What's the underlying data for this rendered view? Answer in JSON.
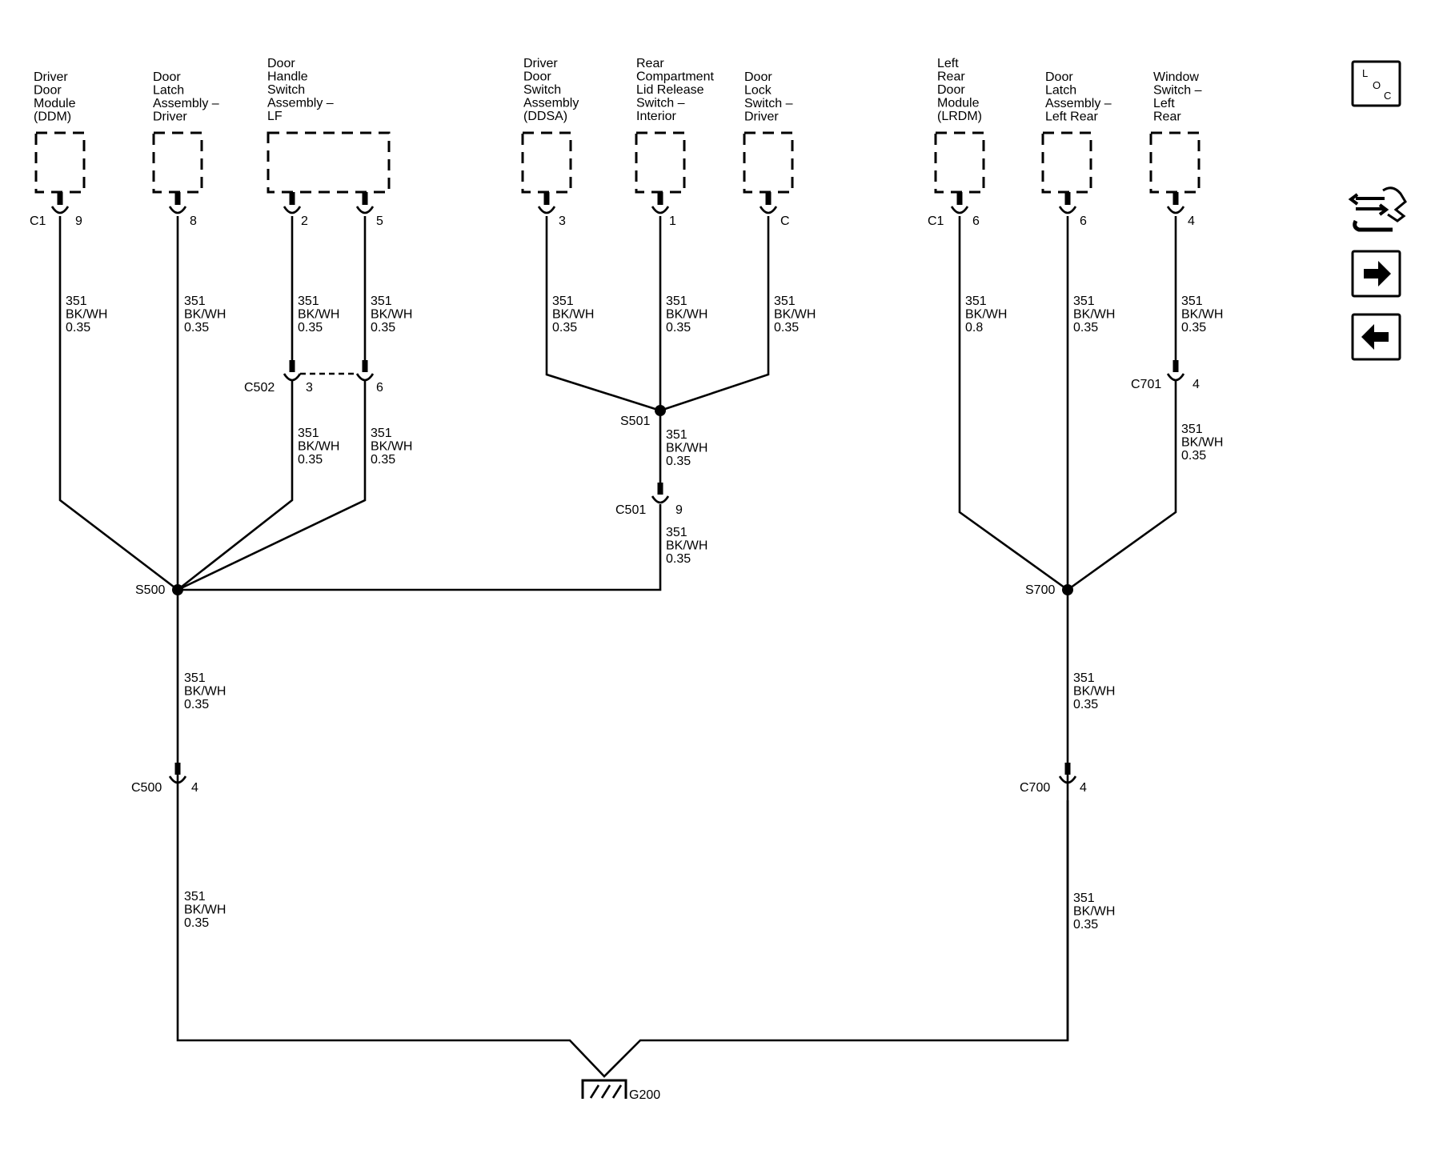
{
  "components": [
    {
      "id": "ddm",
      "lines": [
        "Driver",
        "Door",
        "Module",
        "(DDM)"
      ]
    },
    {
      "id": "latch-driver",
      "lines": [
        "Door",
        "Latch",
        "Assembly –",
        "Driver"
      ]
    },
    {
      "id": "handle-lf",
      "lines": [
        "Door",
        "Handle",
        "Switch",
        "Assembly –",
        "LF"
      ]
    },
    {
      "id": "ddsa",
      "lines": [
        "Driver",
        "Door",
        "Switch",
        "Assembly",
        "(DDSA)"
      ]
    },
    {
      "id": "rear-comp",
      "lines": [
        "Rear",
        "Compartment",
        "Lid Release",
        "Switch –",
        "Interior"
      ]
    },
    {
      "id": "lock-driver",
      "lines": [
        "Door",
        "Lock",
        "Switch –",
        "Driver"
      ]
    },
    {
      "id": "lrdm",
      "lines": [
        "Left",
        "Rear",
        "Door",
        "Module",
        "(LRDM)"
      ]
    },
    {
      "id": "latch-lr",
      "lines": [
        "Door",
        "Latch",
        "Assembly –",
        "Left Rear"
      ]
    },
    {
      "id": "window-lr",
      "lines": [
        "Window",
        "Switch –",
        "Left",
        "Rear"
      ]
    }
  ],
  "wire_label": {
    "circuit": "351",
    "color": "BK/WH"
  },
  "wires": {
    "ddm": "0.35",
    "latch_driver": "0.35",
    "handle_a": "0.35",
    "handle_b": "0.35",
    "c502_a": "0.35",
    "c502_b": "0.35",
    "ddsa": "0.35",
    "rear_comp": "0.35",
    "lock_driver": "0.35",
    "s501_down": "0.35",
    "c501_down": "0.35",
    "s500_down": "0.35",
    "c500_down": "0.35",
    "lrdm": "0.8",
    "latch_lr": "0.35",
    "window_lr": "0.35",
    "c701_down": "0.35",
    "s700_down": "0.35",
    "c700_down": "0.35"
  },
  "connectors": {
    "c1_left": "C1",
    "c1_left_pin": "9",
    "latch_driver_pin": "8",
    "handle_pin_a": "2",
    "handle_pin_b": "5",
    "c502": "C502",
    "c502_pin_a": "3",
    "c502_pin_b": "6",
    "ddsa_pin": "3",
    "rear_comp_pin": "1",
    "lock_driver_pin": "C",
    "c501": "C501",
    "c501_pin": "9",
    "c500": "C500",
    "c500_pin": "4",
    "c1_right": "C1",
    "c1_right_pin": "6",
    "latch_lr_pin": "6",
    "window_lr_pin": "4",
    "c701": "C701",
    "c701_pin": "4",
    "c700": "C700",
    "c700_pin": "4"
  },
  "splices": {
    "s500": "S500",
    "s501": "S501",
    "s700": "S700"
  },
  "ground": "G200",
  "toolbar": {
    "loc_letters": [
      "L",
      "O",
      "C"
    ],
    "icons": [
      "loc-icon",
      "connector-tools-icon",
      "arrow-right-icon",
      "arrow-left-icon"
    ]
  }
}
